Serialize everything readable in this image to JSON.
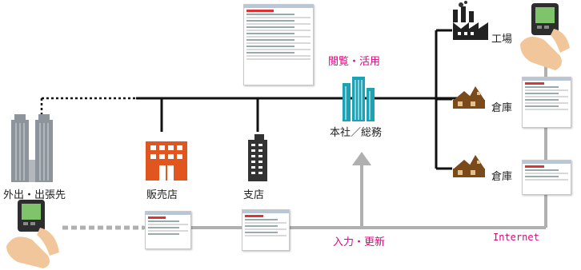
{
  "labels": {
    "factory": "工場",
    "warehouse_1": "倉庫",
    "warehouse_2": "倉庫",
    "hq": "本社／総務",
    "view_use": "閲覧・活用",
    "branch": "支店",
    "store": "販売店",
    "outside": "外出・出張先",
    "input_update": "入力・更新",
    "internet": "Internet"
  },
  "icons": {
    "factory": "factory-icon",
    "warehouse": "warehouse-icon",
    "hq": "office-building-icon",
    "branch": "building-icon",
    "store": "store-icon",
    "outside": "twin-towers-icon",
    "pda": "handheld-device-icon",
    "screenshot": "web-form-screenshot"
  },
  "colors": {
    "network_line": "#111111",
    "internet_line": "#b0b0b0",
    "accent_text": "#e4007f",
    "hq_building": "#1ba3b5",
    "store_building": "#e0561e",
    "warehouse": "#7a4a1a",
    "factory": "#222222"
  }
}
